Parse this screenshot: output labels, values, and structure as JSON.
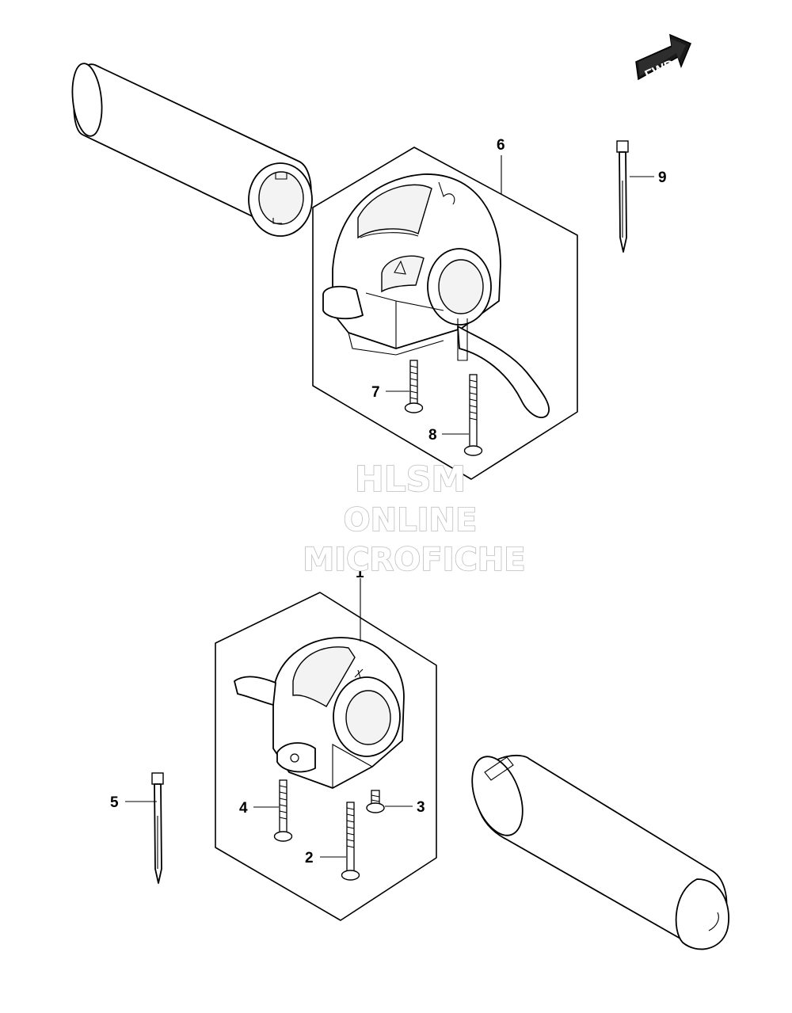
{
  "fwd_badge": {
    "label": "FWD"
  },
  "watermark": {
    "line1": "HLSM",
    "line2": "ONLINE",
    "line3": "MICROFICHE"
  },
  "callouts": {
    "p1": "1",
    "p2": "2",
    "p3": "3",
    "p4": "4",
    "p5": "5",
    "p6": "6",
    "p7": "7",
    "p8": "8",
    "p9": "9"
  }
}
